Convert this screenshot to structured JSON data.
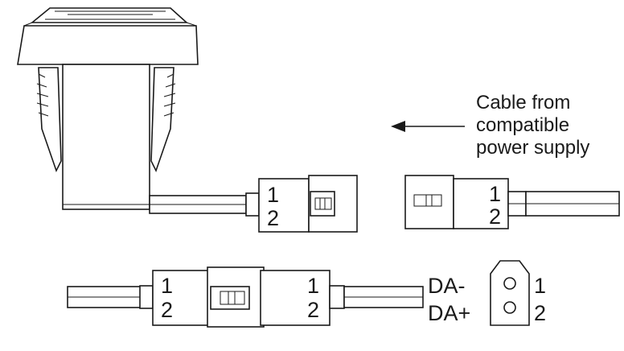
{
  "caption": {
    "line1": "Cable from",
    "line2": "compatible",
    "line3": "power supply"
  },
  "connectors": {
    "device_plug": {
      "pin_top": "1",
      "pin_bottom": "2"
    },
    "supply_plug": {
      "pin_top": "1",
      "pin_bottom": "2"
    },
    "mated_left": {
      "pin_top": "1",
      "pin_bottom": "2"
    },
    "mated_right": {
      "pin_top": "1",
      "pin_bottom": "2"
    }
  },
  "pinout": {
    "signal_top": "DA-",
    "signal_bottom": "DA+",
    "pin_top": "1",
    "pin_bottom": "2"
  }
}
